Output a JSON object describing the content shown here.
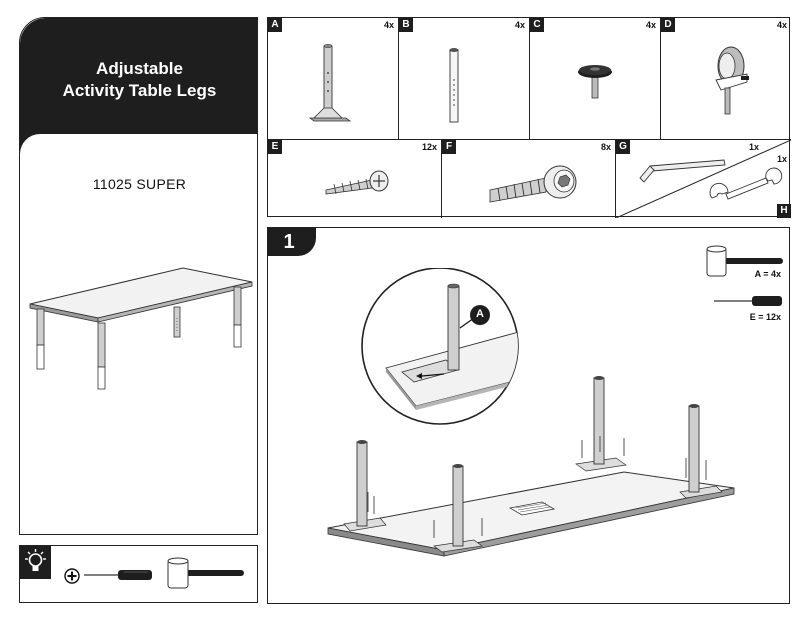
{
  "header": {
    "title_line1": "Adjustable",
    "title_line2": "Activity Table Legs",
    "product_code": "11025  SUPER"
  },
  "tools": {
    "tip_icon": "lightbulb-icon",
    "plus_icon": "phillips-head-icon",
    "items": [
      "phillips-screwdriver-icon",
      "rubber-mallet-icon"
    ]
  },
  "parts": [
    {
      "letter": "A",
      "qty": "4x",
      "icon": "leg-with-mount-plate-icon"
    },
    {
      "letter": "B",
      "qty": "4x",
      "icon": "leg-extension-tube-icon"
    },
    {
      "letter": "C",
      "qty": "4x",
      "icon": "glide-foot-icon"
    },
    {
      "letter": "D",
      "qty": "4x",
      "icon": "caster-wheel-icon"
    },
    {
      "letter": "E",
      "qty": "12x",
      "icon": "wood-screw-icon"
    },
    {
      "letter": "F",
      "qty": "8x",
      "icon": "hex-bolt-icon"
    },
    {
      "letter": "G",
      "qty": "1x",
      "icon": "allen-key-icon"
    },
    {
      "letter": "H",
      "qty": "1x",
      "icon": "wrench-icon"
    }
  ],
  "step": {
    "number": "1",
    "callout_letter": "A",
    "legend": [
      {
        "icon": "rubber-mallet-icon",
        "label": "A = 4x"
      },
      {
        "icon": "phillips-screwdriver-icon",
        "label": "E = 12x"
      }
    ]
  }
}
